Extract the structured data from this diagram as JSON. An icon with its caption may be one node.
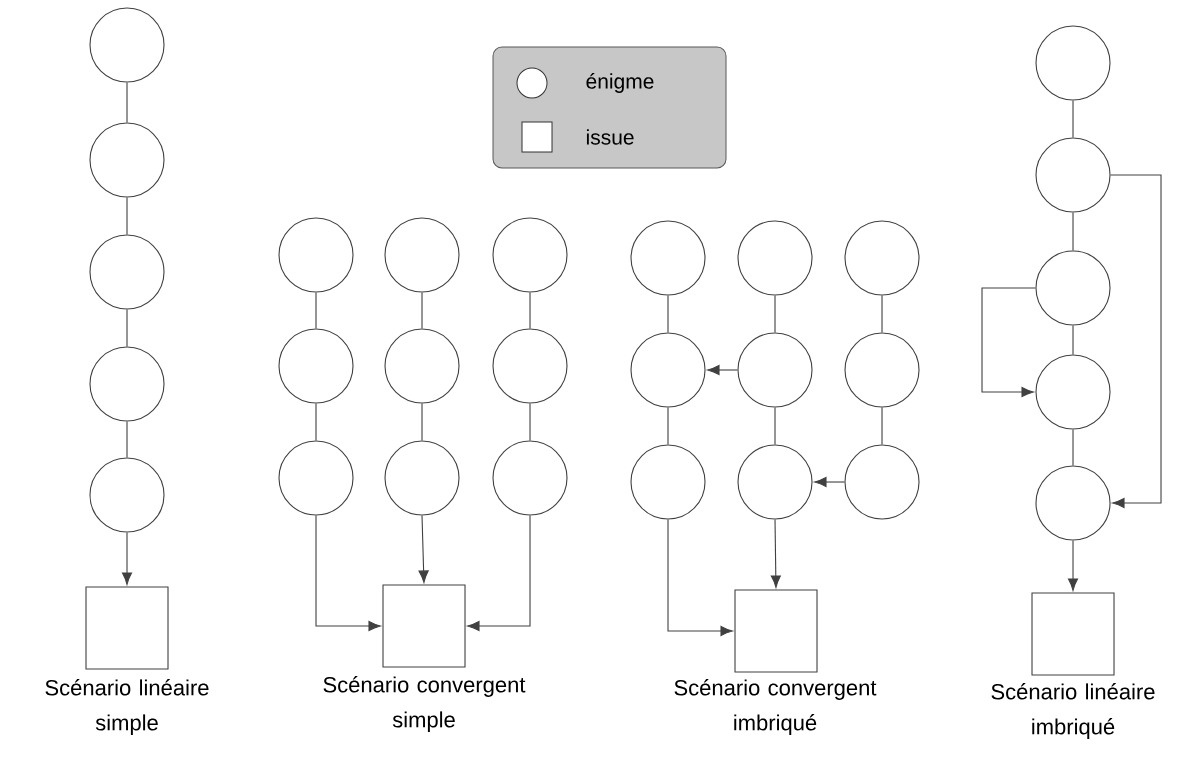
{
  "diagram": {
    "nodes": [
      {
        "text": [],
        "shape": "circle"
      },
      {
        "text": [],
        "shape": "circle"
      },
      {
        "text": [],
        "shape": "circle"
      },
      {
        "text": [],
        "shape": "circle"
      },
      {
        "text": [],
        "shape": "circle"
      },
      {
        "text": [],
        "shape": "box"
      },
      {
        "text": [],
        "shape": "circle"
      },
      {
        "text": [],
        "shape": "circle"
      },
      {
        "text": [],
        "shape": "circle"
      },
      {
        "text": [],
        "shape": "circle"
      },
      {
        "text": [],
        "shape": "circle"
      },
      {
        "text": [],
        "shape": "circle"
      },
      {
        "text": [],
        "shape": "circle"
      },
      {
        "text": [],
        "shape": "circle"
      },
      {
        "text": [],
        "shape": "circle"
      },
      {
        "text": [],
        "shape": "box"
      },
      {
        "text": [],
        "shape": "circle"
      },
      {
        "text": [],
        "shape": "circle"
      },
      {
        "text": [],
        "shape": "circle"
      },
      {
        "text": [],
        "shape": "circle"
      },
      {
        "text": [],
        "shape": "circle"
      },
      {
        "text": [],
        "shape": "circle"
      },
      {
        "text": [],
        "shape": "circle"
      },
      {
        "text": [],
        "shape": "circle"
      },
      {
        "text": [],
        "shape": "circle"
      },
      {
        "text": [],
        "shape": "box"
      },
      {
        "text": [],
        "shape": "circle"
      },
      {
        "text": [],
        "shape": "circle"
      },
      {
        "text": [],
        "shape": "circle"
      },
      {
        "text": [],
        "shape": "circle"
      },
      {
        "text": [],
        "shape": "circle"
      },
      {
        "text": [],
        "shape": "box"
      }
    ],
    "edges": [
      {
        "from": 0,
        "to": 1,
        "arrow": "none"
      },
      {
        "from": 1,
        "to": 2,
        "arrow": "none"
      },
      {
        "from": 2,
        "to": 3,
        "arrow": "none"
      },
      {
        "from": 3,
        "to": 4,
        "arrow": "none"
      },
      {
        "from": 4,
        "to": 5,
        "arrow": "to"
      },
      {
        "from": 6,
        "to": 7,
        "arrow": "none"
      },
      {
        "from": 7,
        "to": 8,
        "arrow": "none"
      },
      {
        "from": 9,
        "to": 10,
        "arrow": "none"
      },
      {
        "from": 10,
        "to": 11,
        "arrow": "none"
      },
      {
        "from": 12,
        "to": 13,
        "arrow": "none"
      },
      {
        "from": 13,
        "to": 14,
        "arrow": "none"
      },
      {
        "from": 8,
        "to": 15,
        "arrow": "to"
      },
      {
        "from": 11,
        "to": 15,
        "arrow": "to"
      },
      {
        "from": 14,
        "to": 15,
        "arrow": "to"
      },
      {
        "from": 16,
        "to": 17,
        "arrow": "none"
      },
      {
        "from": 17,
        "to": 18,
        "arrow": "none"
      },
      {
        "from": 19,
        "to": 20,
        "arrow": "none"
      },
      {
        "from": 20,
        "to": 21,
        "arrow": "none"
      },
      {
        "from": 22,
        "to": 23,
        "arrow": "none"
      },
      {
        "from": 23,
        "to": 24,
        "arrow": "none"
      },
      {
        "from": 20,
        "to": 17,
        "arrow": "to"
      },
      {
        "from": 24,
        "to": 21,
        "arrow": "to"
      },
      {
        "from": 18,
        "to": 25,
        "arrow": "to"
      },
      {
        "from": 21,
        "to": 25,
        "arrow": "to"
      },
      {
        "from": 26,
        "to": 27,
        "arrow": "none"
      },
      {
        "from": 27,
        "to": 28,
        "arrow": "none"
      },
      {
        "from": 28,
        "to": 29,
        "arrow": "none"
      },
      {
        "from": 29,
        "to": 30,
        "arrow": "none"
      },
      {
        "from": 27,
        "to": 30,
        "arrow": "to"
      },
      {
        "from": 28,
        "to": 29,
        "arrow": "to"
      },
      {
        "from": 30,
        "to": 31,
        "arrow": "to"
      }
    ],
    "labels": [
      "Scénario linéaire simple",
      "Scénario convergent simple",
      "Scénario convergent imbriqué",
      "Scénario linéaire imbriqué"
    ],
    "legend": [
      {
        "text": "énigme"
      },
      {
        "text": "issue"
      }
    ]
  }
}
